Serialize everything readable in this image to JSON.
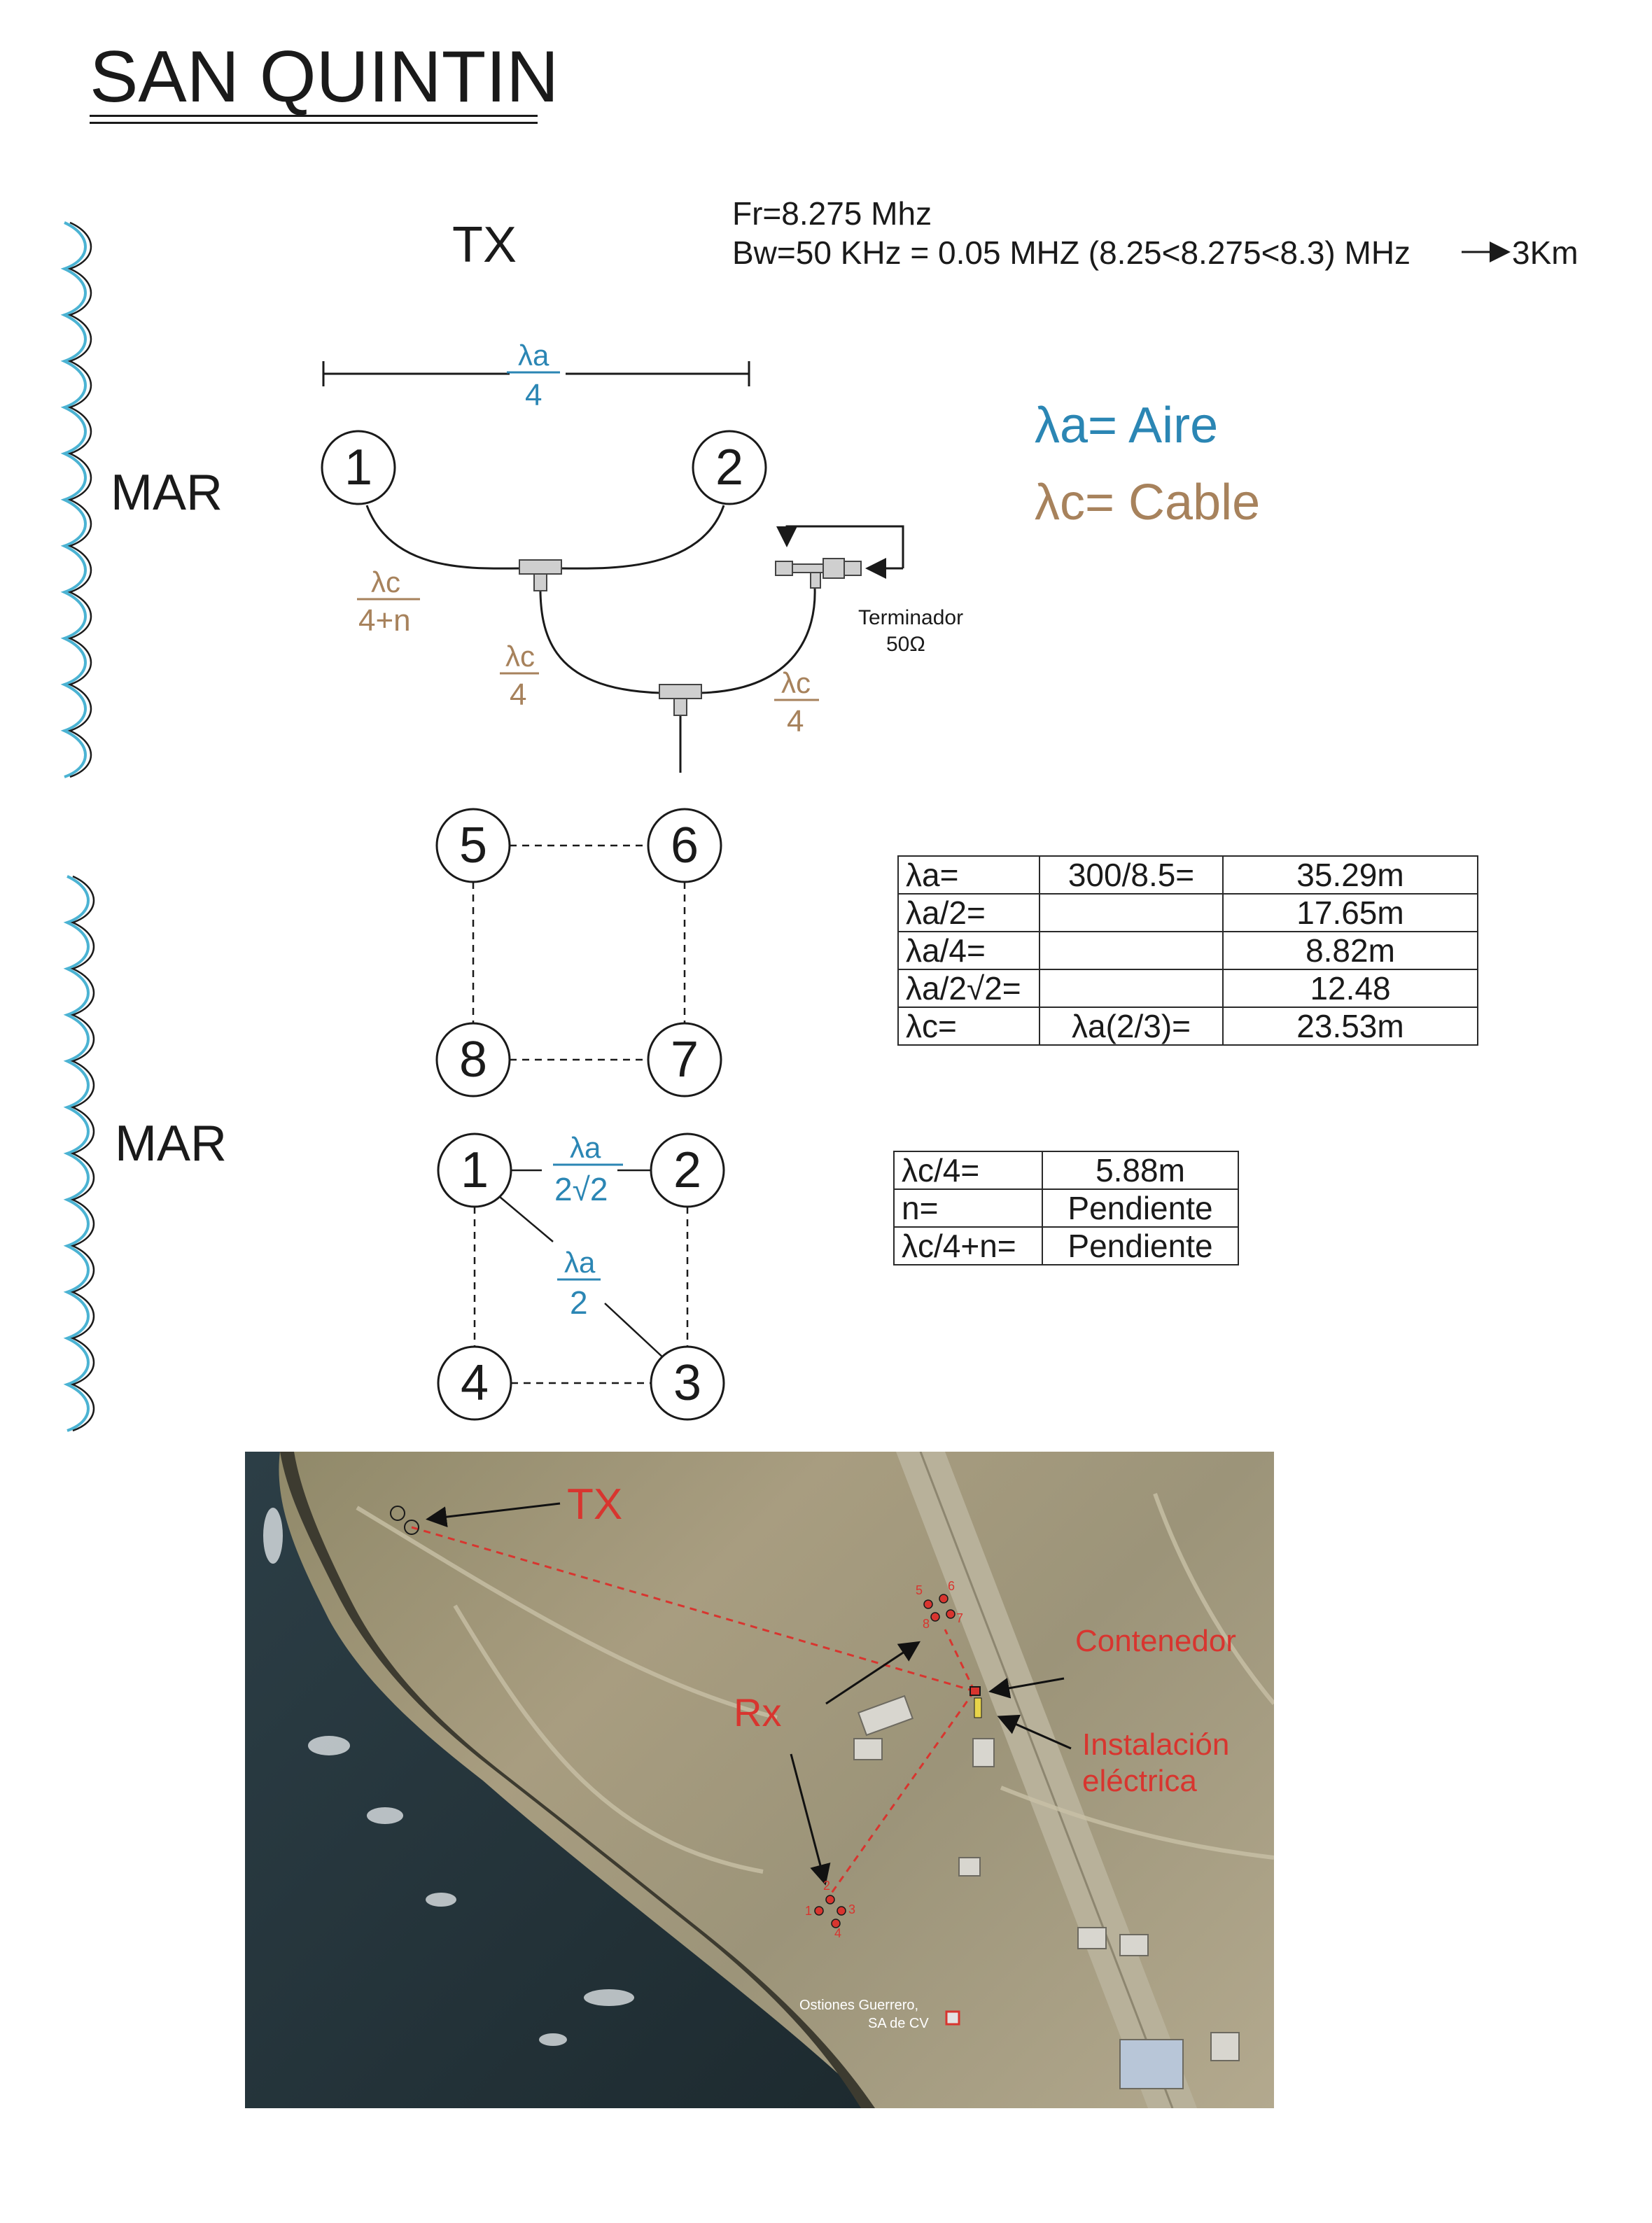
{
  "title": "SAN QUINTIN",
  "tx_heading": "TX",
  "specs": {
    "line1": "Fr=8.275 Mhz",
    "line2": "Bw=50 KHz = 0.05 MHZ (8.25<8.275<8.3) MHz",
    "result": "3Km"
  },
  "sea_label_top": "MAR",
  "sea_label_bottom": "MAR",
  "legend": {
    "air": "λa= Aire",
    "cable": "λc= Cable"
  },
  "tx_diagram": {
    "nodes": [
      "1",
      "2"
    ],
    "dim_label_num": "λa",
    "dim_label_den": "4",
    "cable_left_num": "λc",
    "cable_left_den": "4+n",
    "cable_mid_num": "λc",
    "cable_mid_den": "4",
    "cable_right_num": "λc",
    "cable_right_den": "4",
    "terminator": "Terminador",
    "terminator_value": "50Ω"
  },
  "rx_diagram_a": {
    "nodes": [
      "5",
      "6",
      "8",
      "7"
    ]
  },
  "rx_diagram_b": {
    "nodes": [
      "1",
      "2",
      "4",
      "3"
    ],
    "side_num": "λa",
    "side_den": "2√2",
    "diag_num": "λa",
    "diag_den": "2"
  },
  "table1": {
    "rows": [
      [
        "λa=",
        "300/8.5=",
        "35.29m"
      ],
      [
        "λa/2=",
        "",
        "17.65m"
      ],
      [
        "λa/4=",
        "",
        "8.82m"
      ],
      [
        "λa/2√2=",
        "",
        "12.48"
      ],
      [
        "λc=",
        "λa(2/3)=",
        "23.53m"
      ]
    ]
  },
  "table2": {
    "rows": [
      [
        "λc/4=",
        "5.88m"
      ],
      [
        "n=",
        "Pendiente"
      ],
      [
        "λc/4+n=",
        "Pendiente"
      ]
    ]
  },
  "map": {
    "tx_label": "TX",
    "rx_label": "Rx",
    "container_label": "Contenedor",
    "electrical_line1": "Instalación",
    "electrical_line2": "eléctrica",
    "business_line1": "Ostiones Guerrero,",
    "business_line2": "SA de CV",
    "rx_group_a": [
      "5",
      "6",
      "8",
      "7"
    ],
    "rx_group_b": [
      "2",
      "1",
      "3",
      "4"
    ]
  },
  "colors": {
    "air": "#2b86b4",
    "cable": "#a7825c",
    "map_annotation": "#d8352f",
    "wave": "#4bb3d3"
  }
}
